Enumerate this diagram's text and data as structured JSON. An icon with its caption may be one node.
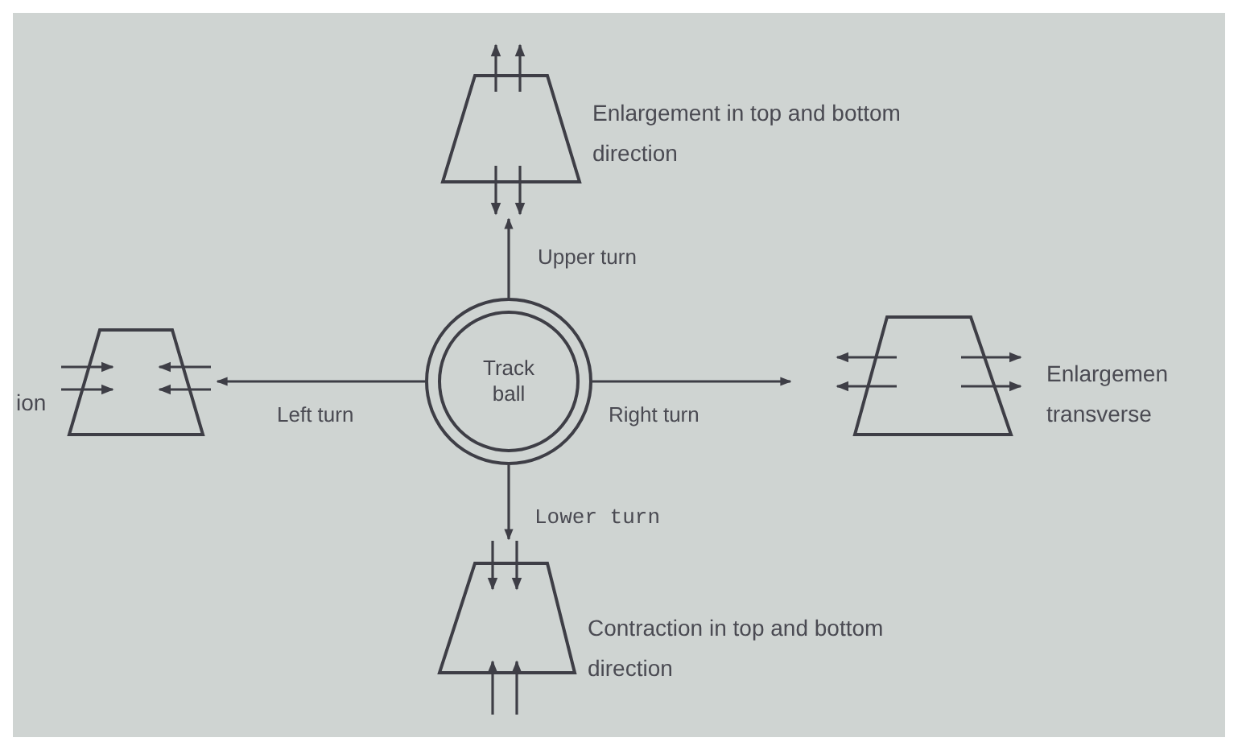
{
  "diagram": {
    "nodes": [
      {
        "text": [
          "Track ball"
        ]
      },
      {
        "text": [],
        "shape": "trapezoid",
        "beside": [
          "Enlargement in top and bottom direction"
        ]
      },
      {
        "text": [],
        "shape": "trapezoid",
        "beside": [
          "ion"
        ]
      },
      {
        "text": [],
        "shape": "trapezoid",
        "beside": [
          "Enlargemen transverse"
        ]
      },
      {
        "text": [],
        "shape": "trapezoid",
        "beside": [
          "Contraction in top and bottom direction"
        ]
      }
    ],
    "edges": [
      {
        "from": 0,
        "to": 1,
        "arrow": "to",
        "label": "Upper turn"
      },
      {
        "from": 0,
        "to": 2,
        "arrow": "to",
        "label": "Left turn"
      },
      {
        "from": 0,
        "to": 3,
        "arrow": "to",
        "label": "Right turn"
      },
      {
        "from": 0,
        "to": 4,
        "arrow": "to",
        "label": "Lower turn"
      }
    ]
  }
}
